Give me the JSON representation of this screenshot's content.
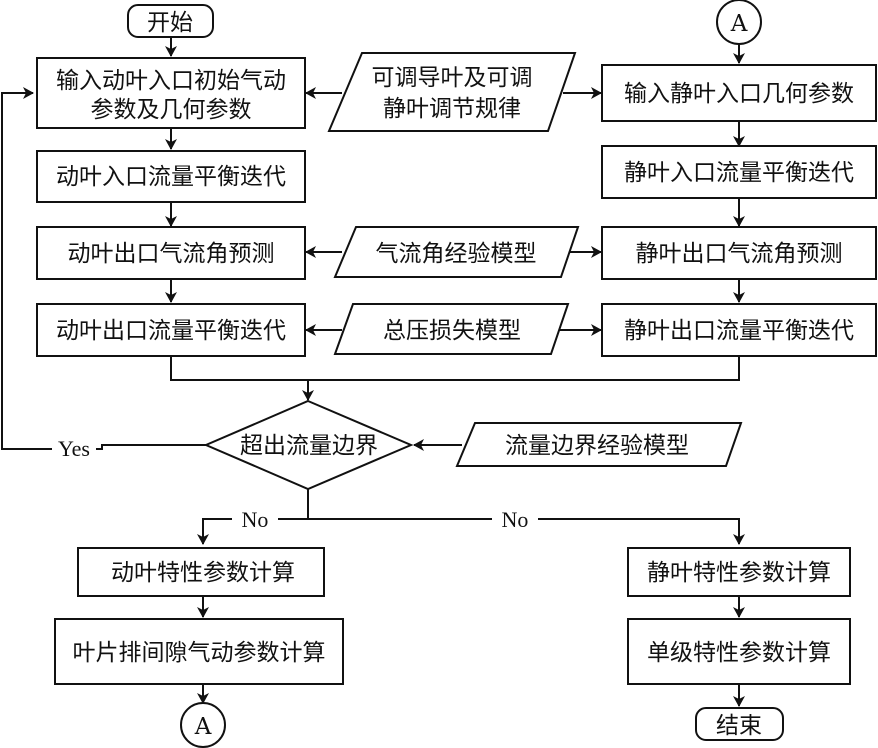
{
  "diagram": {
    "type": "flowchart",
    "nodes": {
      "start": "开始",
      "connector_top": "A",
      "rotor_input": [
        "输入动叶入口初始气动",
        "参数及几何参数"
      ],
      "igv_rule": [
        "可调导叶及可调",
        "静叶调节规律"
      ],
      "stator_input": "输入静叶入口几何参数",
      "rotor_inlet_balance": "动叶入口流量平衡迭代",
      "stator_inlet_balance": "静叶入口流量平衡迭代",
      "rotor_outlet_angle": "动叶出口气流角预测",
      "flow_angle_model": "气流角经验模型",
      "stator_outlet_angle": "静叶出口气流角预测",
      "rotor_outlet_balance": "动叶出口流量平衡迭代",
      "loss_model": "总压损失模型",
      "stator_outlet_balance": "静叶出口流量平衡迭代",
      "decision": "超出流量边界",
      "flow_boundary_model": "流量边界经验模型",
      "rotor_perf": "动叶特性参数计算",
      "gap_calc": "叶片排间隙气动参数计算",
      "connector_bottom": "A",
      "stator_perf": "静叶特性参数计算",
      "stage_perf": "单级特性参数计算",
      "end": "结束"
    },
    "edge_labels": {
      "yes": "Yes",
      "no_left": "No",
      "no_right": "No"
    }
  }
}
